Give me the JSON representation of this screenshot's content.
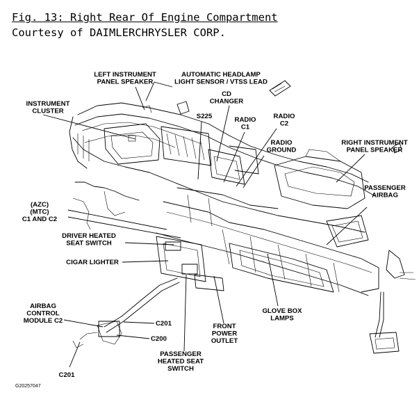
{
  "header": {
    "title": "Fig. 13: Right Rear Of Engine Compartment",
    "courtesy": "Courtesy of DAIMLERCHRYSLER CORP."
  },
  "labels": {
    "left_instrument_panel_speaker": [
      "LEFT INSTRUMENT",
      "PANEL SPEAKER"
    ],
    "automatic_headlamp_sensor": [
      "AUTOMATIC HEADLAMP",
      "LIGHT SENSOR / VTSS LEAD"
    ],
    "instrument_cluster": [
      "INSTRUMENT",
      "CLUSTER"
    ],
    "cd_changer": [
      "CD",
      "CHANGER"
    ],
    "s225": [
      "S225"
    ],
    "radio_c1": [
      "RADIO",
      "C1"
    ],
    "radio_c2": [
      "RADIO",
      "C2"
    ],
    "radio_ground": [
      "RADIO",
      "GROUND"
    ],
    "right_instrument_panel_speaker": [
      "RIGHT INSTRUMENT",
      "PANEL SPEAKER"
    ],
    "passenger_airbag": [
      "PASSENGER",
      "AIRBAG"
    ],
    "azc_mtc": [
      "(AZC)",
      "(MTC)",
      "C1 AND C2"
    ],
    "driver_heated_seat_switch": [
      "DRIVER HEATED",
      "SEAT SWITCH"
    ],
    "cigar_lighter": [
      "CIGAR LIGHTER"
    ],
    "glove_box_lamps": [
      "GLOVE BOX",
      "LAMPS"
    ],
    "airbag_control_module_c2": [
      "AIRBAG",
      "CONTROL",
      "MODULE C2"
    ],
    "c201_right": [
      "C201"
    ],
    "c200": [
      "C200"
    ],
    "front_power_outlet": [
      "FRONT",
      "POWER",
      "OUTLET"
    ],
    "passenger_heated_seat_switch": [
      "PASSENGER",
      "HEATED SEAT",
      "SWITCH"
    ],
    "c201_bottom": [
      "C201"
    ]
  },
  "drawing_code": "G20257047"
}
